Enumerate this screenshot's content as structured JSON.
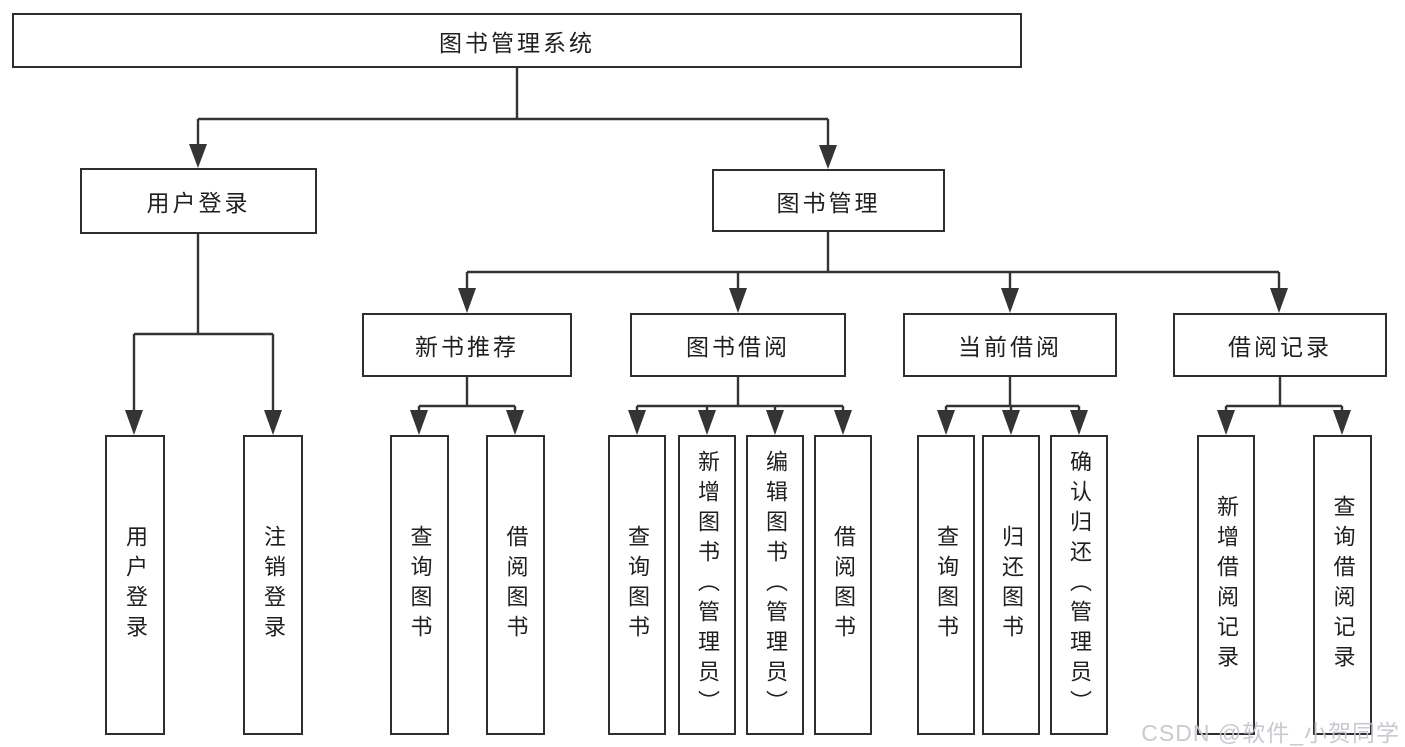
{
  "tree": {
    "label": "图书管理系统",
    "children": [
      {
        "label": "用户登录",
        "children": [
          {
            "label": "用户登录"
          },
          {
            "label": "注销登录"
          }
        ]
      },
      {
        "label": "图书管理",
        "children": [
          {
            "label": "新书推荐",
            "children": [
              {
                "label": "查询图书"
              },
              {
                "label": "借阅图书"
              }
            ]
          },
          {
            "label": "图书借阅",
            "children": [
              {
                "label": "查询图书"
              },
              {
                "label": "新增图书（管理员）"
              },
              {
                "label": "编辑图书（管理员）"
              },
              {
                "label": "借阅图书"
              }
            ]
          },
          {
            "label": "当前借阅",
            "children": [
              {
                "label": "查询图书"
              },
              {
                "label": "归还图书"
              },
              {
                "label": "确认归还（管理员）"
              }
            ]
          },
          {
            "label": "借阅记录",
            "children": [
              {
                "label": "新增借阅记录"
              },
              {
                "label": "查询借阅记录"
              }
            ]
          }
        ]
      }
    ]
  },
  "watermark": {
    "text": "CSDN @软件_小贺同学"
  },
  "colors": {
    "background": "#ffffff",
    "box_border": "#2e2e2e",
    "connector_line": "#343434",
    "text": "#1f1f1f",
    "watermark": "#c6c6cd"
  }
}
